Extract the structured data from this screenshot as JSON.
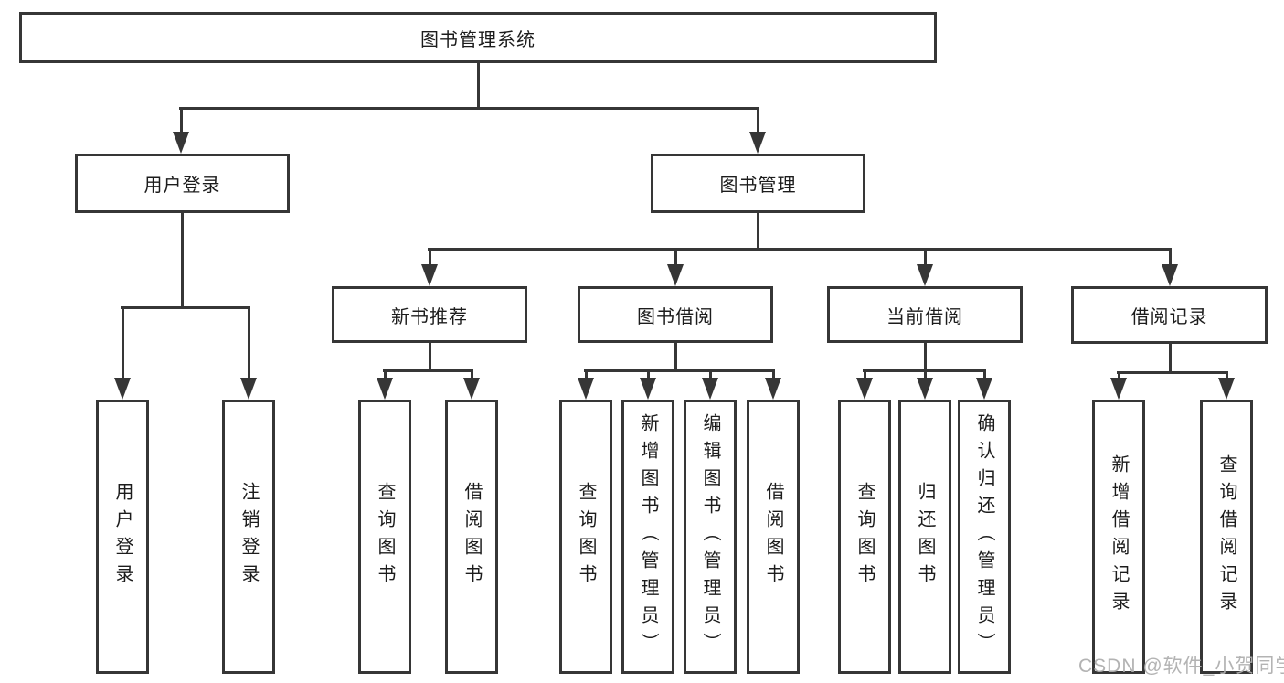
{
  "diagram_title": "图书管理系统",
  "tree": {
    "root": {
      "label": "图书管理系统"
    },
    "branches": [
      {
        "label": "用户登录",
        "children": [
          {
            "label": "用户登录"
          },
          {
            "label": "注销登录"
          }
        ]
      },
      {
        "label": "图书管理",
        "subgroups": [
          {
            "label": "新书推荐",
            "children": [
              {
                "label": "查询图书"
              },
              {
                "label": "借阅图书"
              }
            ]
          },
          {
            "label": "图书借阅",
            "children": [
              {
                "label": "查询图书"
              },
              {
                "label": "新增图书（管理员）"
              },
              {
                "label": "编辑图书（管理员）"
              },
              {
                "label": "借阅图书"
              }
            ]
          },
          {
            "label": "当前借阅",
            "children": [
              {
                "label": "查询图书"
              },
              {
                "label": "归还图书"
              },
              {
                "label": "确认归还（管理员）"
              }
            ]
          },
          {
            "label": "借阅记录",
            "children": [
              {
                "label": "新增借阅记录"
              },
              {
                "label": "查询借阅记录"
              }
            ]
          }
        ]
      }
    ]
  },
  "watermark": "CSDN @软件_小贺同学",
  "colors": {
    "line": "#363636",
    "box_border": "#363636",
    "box_fill": "#ffffff",
    "text": "#1c1c1c",
    "watermark": "#afafaf",
    "background": "#ffffff"
  }
}
